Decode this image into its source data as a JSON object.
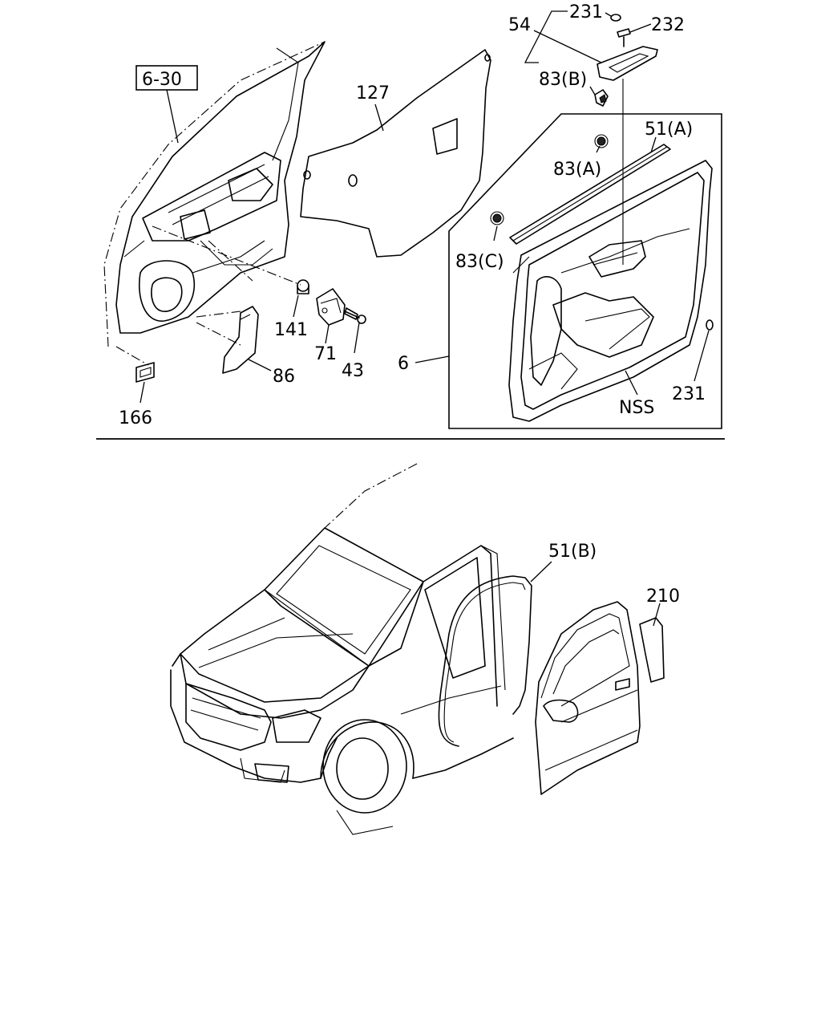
{
  "callouts": {
    "ref_6_30": "6-30",
    "p127": "127",
    "p231_top": "231",
    "p232": "232",
    "p54": "54",
    "p83b": "83(B)",
    "p51a": "51(A)",
    "p83a": "83(A)",
    "p83c": "83(C)",
    "p141": "141",
    "p71": "71",
    "p43": "43",
    "p86": "86",
    "p6": "6",
    "p166": "166",
    "pnss": "NSS",
    "p231_right": "231",
    "p51b": "51(B)",
    "p210": "210"
  }
}
